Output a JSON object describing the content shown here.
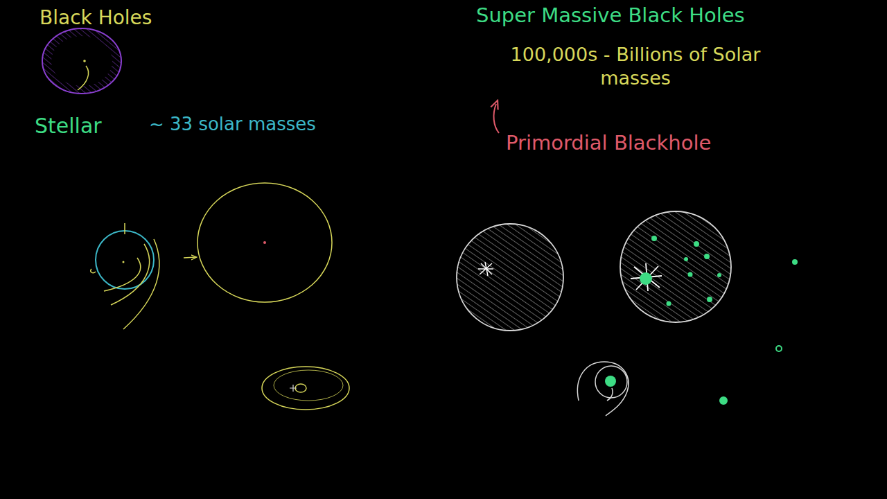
{
  "diagram": {
    "title": "Black Holes",
    "labels": [
      "Stellar",
      "~ 33 solar masses",
      "Super Massive Black Holes",
      "100,000s - Billions of Solar masses",
      "Primordial Blackhole"
    ]
  }
}
